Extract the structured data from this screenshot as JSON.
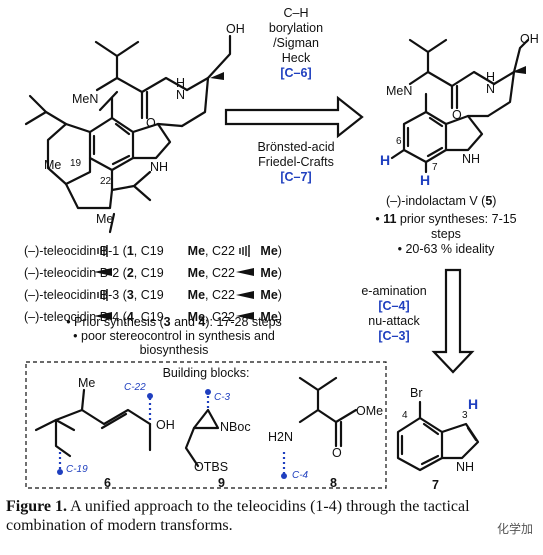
{
  "figure": {
    "caption_label": "Figure 1.",
    "caption_text": " A unified approach to the teleocidins (1-4) through the tactical combination of modern transforms.",
    "watermark": "化学加"
  },
  "left": {
    "atoms": {
      "meN": "MeN",
      "nh_top": "H",
      "nh_topN": "N",
      "o": "O",
      "oh": "OH",
      "nh_indole": "NH",
      "me19": "Me",
      "c19": "19",
      "c22": "22",
      "me22": "Me"
    },
    "list": [
      {
        "pre": "(–)-teleocidin B-1 (",
        "num": "1",
        "mid": ", C19",
        "me1": "Me",
        "sep": ", C22 ",
        "me2": "Me",
        "post": ")"
      },
      {
        "pre": "(–)-teleocidin B-2 (",
        "num": "2",
        "mid": ", C19",
        "me1": "Me",
        "sep": ", C22 ",
        "me2": "Me",
        "post": ")"
      },
      {
        "pre": "(–)-teleocidin B-3 (",
        "num": "3",
        "mid": ", C19",
        "me1": "Me",
        "sep": ", C22 ",
        "me2": "Me",
        "post": ")"
      },
      {
        "pre": "(–)-teleocidin B-4 (",
        "num": "4",
        "mid": ", C19",
        "me1": "Me",
        "sep": ", C22 ",
        "me2": "Me",
        "post": ")"
      }
    ],
    "notes": [
      {
        "pre": "• Prior synthesis (",
        "b1": "3",
        "and": " and ",
        "b2": "4",
        "post": "): 17-28 steps"
      },
      {
        "text": "• poor stereocontrol in synthesis and"
      },
      {
        "text": "biosynthesis"
      }
    ]
  },
  "arrow_top": {
    "above": [
      "C–H",
      "borylation",
      "/Sigman",
      "Heck"
    ],
    "ref1": "[C–6]",
    "below": [
      "Brönsted-acid",
      "Friedel-Crafts"
    ],
    "ref2": "[C–7]"
  },
  "right": {
    "atoms": {
      "meN": "MeN",
      "h": "H",
      "n": "N",
      "o": "O",
      "oh": "OH",
      "nh_indole": "NH",
      "c6": "6",
      "c7": "7",
      "h6": "H",
      "h7": "H"
    },
    "name_pre": "(–)-indolactam V (",
    "name_num": "5",
    "name_post": ")",
    "bullet1_pre": "• ",
    "bullet1_bold": "11",
    "bullet1_post": " prior syntheses: 7-15",
    "bullet1_cont": "steps",
    "bullet2": "• 20-63 % ideality"
  },
  "arrow_down": {
    "label1": "e-amination",
    "ref1": "[C–4]",
    "label2": "nu-attack",
    "ref2": "[C–3]"
  },
  "building_blocks": {
    "title": "Building blocks:",
    "b6": {
      "me": "Me",
      "oh": "OH",
      "c22": "C-22",
      "c19": "C-19",
      "label": "6"
    },
    "b9": {
      "c3": "C-3",
      "nboc": "NBoc",
      "otbs": "OTBS",
      "label": "9"
    },
    "b8": {
      "h2n": "H2N",
      "ome": "OMe",
      "o": "O",
      "c4": "C-4",
      "label": "8"
    }
  },
  "indole7": {
    "br": "Br",
    "c4": "4",
    "c3": "3",
    "h": "H",
    "nh": "NH",
    "label": "7"
  },
  "colors": {
    "blue": "#1f3fbf",
    "black": "#111111"
  }
}
